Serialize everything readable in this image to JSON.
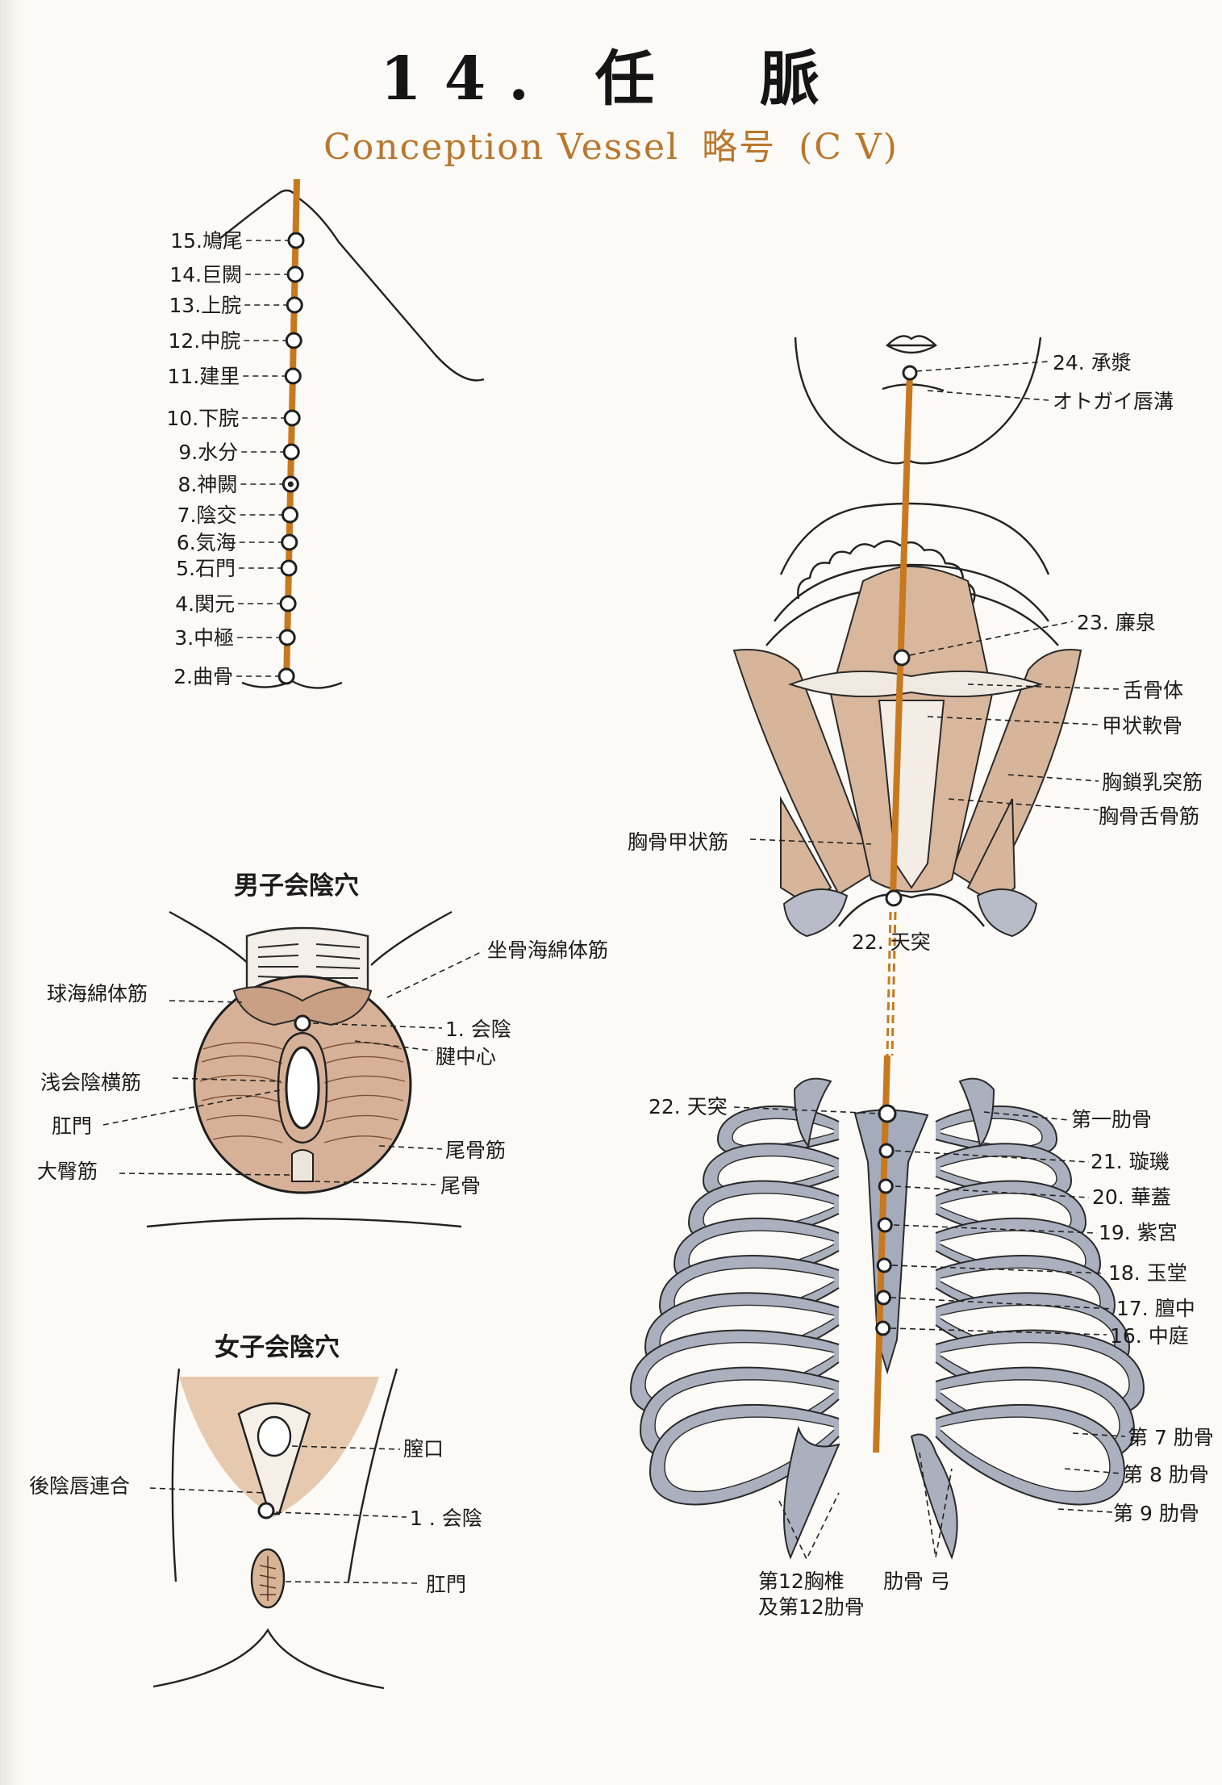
{
  "header": {
    "title": "14. 任　脈",
    "subtitle_en": "Conception Vessel",
    "subtitle_abbr_label": "略号",
    "subtitle_abbr": "(C V)"
  },
  "colors": {
    "meridian": "#c8791f",
    "muscle": "#d7b59a",
    "muscle_dark": "#9c6a48",
    "bone": "#aab0be",
    "title_accent": "#b9772d"
  },
  "abdomen_points": [
    {
      "label": "15.鳩尾"
    },
    {
      "label": "14.巨闕"
    },
    {
      "label": "13.上脘"
    },
    {
      "label": "12.中脘"
    },
    {
      "label": "11.建里"
    },
    {
      "label": "10.下脘"
    },
    {
      "label": "9.水分"
    },
    {
      "label": "8.神闕"
    },
    {
      "label": "7.陰交"
    },
    {
      "label": "6.気海"
    },
    {
      "label": "5.石門"
    },
    {
      "label": "4.関元"
    },
    {
      "label": "3.中極"
    },
    {
      "label": "2.曲骨"
    }
  ],
  "male_perineum": {
    "heading": "男子会陰穴",
    "labels": {
      "ischio": "坐骨海綿体筋",
      "bulbo": "球海綿体筋",
      "cv1": "1. 会陰",
      "tendon": "腱中心",
      "transverse": "浅会陰横筋",
      "anus": "肛門",
      "coccygeus": "尾骨筋",
      "gluteus": "大臀筋",
      "coccyx": "尾骨"
    }
  },
  "female_perineum": {
    "heading": "女子会陰穴",
    "labels": {
      "vagina": "膣口",
      "commissure": "後陰唇連合",
      "cv1": "1 . 会陰",
      "anus": "肛門"
    }
  },
  "face_neck": {
    "labels": {
      "cv24": "24. 承漿",
      "mentolabial": "オトガイ唇溝",
      "cv23": "23. 廉泉",
      "hyoid": "舌骨体",
      "thyroid": "甲状軟骨",
      "scm": "胸鎖乳突筋",
      "sternohyoid": "胸骨舌骨筋",
      "sternothyroid": "胸骨甲状筋",
      "cv22": "22. 天突"
    }
  },
  "chest": {
    "labels": {
      "cv22": "22. 天突",
      "rib1": "第一肋骨",
      "cv21": "21. 璇璣",
      "cv20": "20. 華蓋",
      "cv19": "19. 紫宮",
      "cv18": "18. 玉堂",
      "cv17": "17. 膻中",
      "cv16": "16. 中庭",
      "rib7": "第 7 肋骨",
      "rib8": "第 8 肋骨",
      "rib9": "第 9 肋骨",
      "t12a": "第12胸椎",
      "t12b": "及第12肋骨",
      "arch": "肋骨 弓"
    }
  }
}
